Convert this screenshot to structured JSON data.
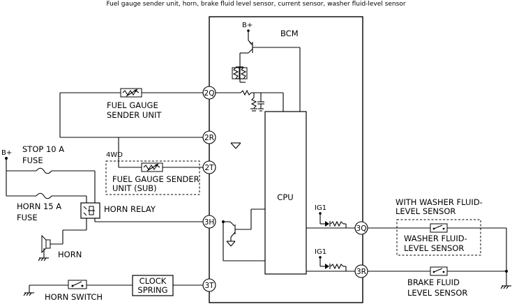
{
  "title": "Fuel gauge sender unit, horn, brake fluid level sensor, current sensor, washer fluid-level sensor",
  "bcm": {
    "label": "BCM",
    "cpu_label": "CPU",
    "supply": "B+"
  },
  "pins": {
    "p2q": "2Q",
    "p2r": "2R",
    "p2t": "2T",
    "p3h": "3H",
    "p3t": "3T",
    "p3q": "3Q",
    "p3r": "3R"
  },
  "supply": {
    "bplus": "B+",
    "ig1_a": "IG1",
    "ig1_b": "IG1"
  },
  "fuses": {
    "stop_line1": "STOP 10 A",
    "stop_line2": "FUSE",
    "horn_line1": "HORN 15 A",
    "horn_line2": "FUSE"
  },
  "components": {
    "fuel_sender_line1": "FUEL GAUGE",
    "fuel_sender_line2": "SENDER UNIT",
    "fwd_label": "4WD",
    "fuel_sub_line1": "FUEL GAUGE SENDER",
    "fuel_sub_line2": "UNIT (SUB)",
    "horn_relay": "HORN RELAY",
    "horn": "HORN",
    "horn_switch": "HORN SWITCH",
    "clock_spring_line1": "CLOCK",
    "clock_spring_line2": "SPRING",
    "with_washer_line1": "WITH WASHER FLUID-",
    "with_washer_line2": "LEVEL SENSOR",
    "washer_line1": "WASHER FLUID-",
    "washer_line2": "LEVEL SENSOR",
    "brake_line1": "BRAKE FLUID",
    "brake_line2": "LEVEL SENSOR"
  }
}
